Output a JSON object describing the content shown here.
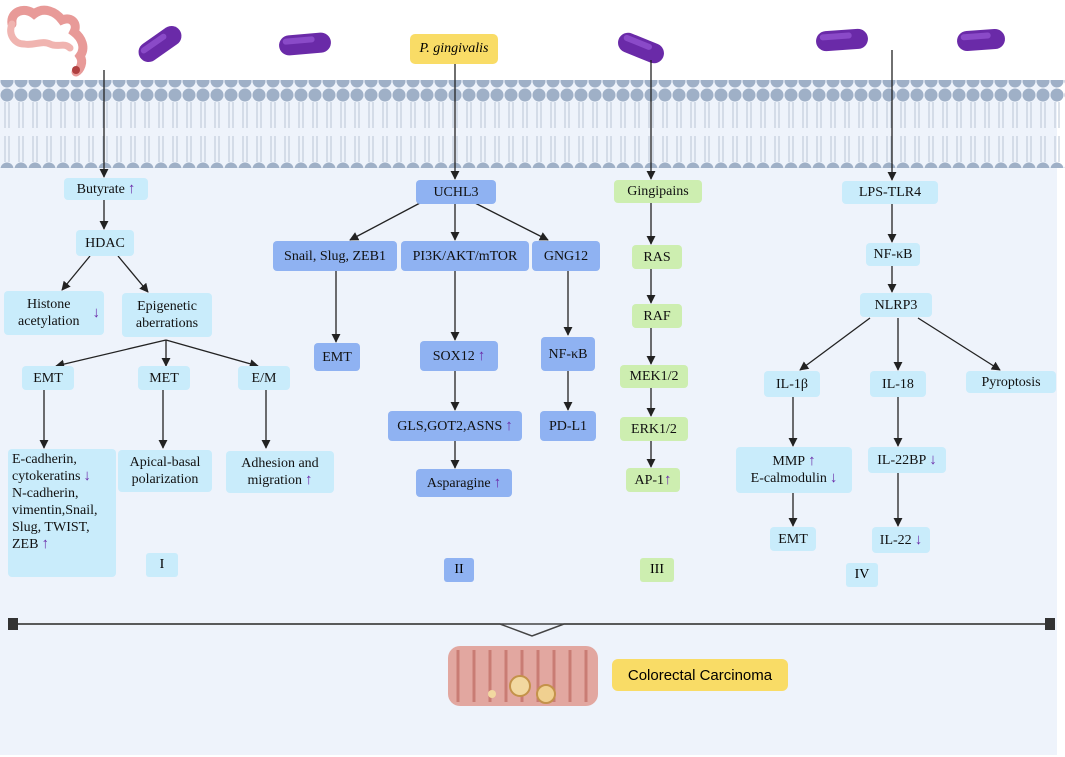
{
  "bacteria_label": "P. gingivalis",
  "panel_I": {
    "roman": "I",
    "butyrate": "Butyrate",
    "hdac": "HDAC",
    "histone": "Histone acetylation",
    "epigenetic": "Epigenetic aberrations",
    "emt": "EMT",
    "met": "MET",
    "em": "E/M",
    "markers_line1": "E-cadherin,",
    "markers_line2": "cytokeratins",
    "markers_line3": "N-cadherin,",
    "markers_line4": "vimentin,Snail,",
    "markers_line5": "Slug, TWIST,",
    "markers_line6": "ZEB",
    "apical": "Apical-basal polarization",
    "adhesion_line1": "Adhesion and",
    "adhesion_line2": "migration"
  },
  "panel_II": {
    "roman": "II",
    "uchl3": "UCHL3",
    "snail": "Snail, Slug, ZEB1",
    "pi3k": "PI3K/AKT/mTOR",
    "gng12": "GNG12",
    "emt": "EMT",
    "sox12": "SOX12",
    "nfkb": "NF-κB",
    "gls": "GLS,GOT2,ASNS",
    "pdl1": "PD-L1",
    "asparagine": "Asparagine"
  },
  "panel_III": {
    "roman": "III",
    "gingipains": "Gingipains",
    "ras": "RAS",
    "raf": "RAF",
    "mek": "MEK1/2",
    "erk": "ERK1/2",
    "ap1": "AP-1"
  },
  "panel_IV": {
    "roman": "IV",
    "lps": "LPS-TLR4",
    "nfkb": "NF-κB",
    "nlrp3": "NLRP3",
    "il1b": "IL-1β",
    "il18": "IL-18",
    "pyroptosis": "Pyroptosis",
    "mmp": "MMP",
    "ecalmodulin": "E-calmodulin",
    "il22bp": "IL-22BP",
    "emt": "EMT",
    "il22": "IL-22"
  },
  "arrows": {
    "up": "↑",
    "down": "↓"
  },
  "footer_label": "Colorectal Carcinoma",
  "colors": {
    "panel_bg": "#eef3fb",
    "light_blue_node": "#c9ecfb",
    "blue_node": "#8fb2f2",
    "green_node": "#cdeeb0",
    "yellow_label": "#f9dc66",
    "membrane": "#9fb0c7",
    "bacteria": "#6a2aa8",
    "up_down_arrow": "#6a2aa8"
  }
}
